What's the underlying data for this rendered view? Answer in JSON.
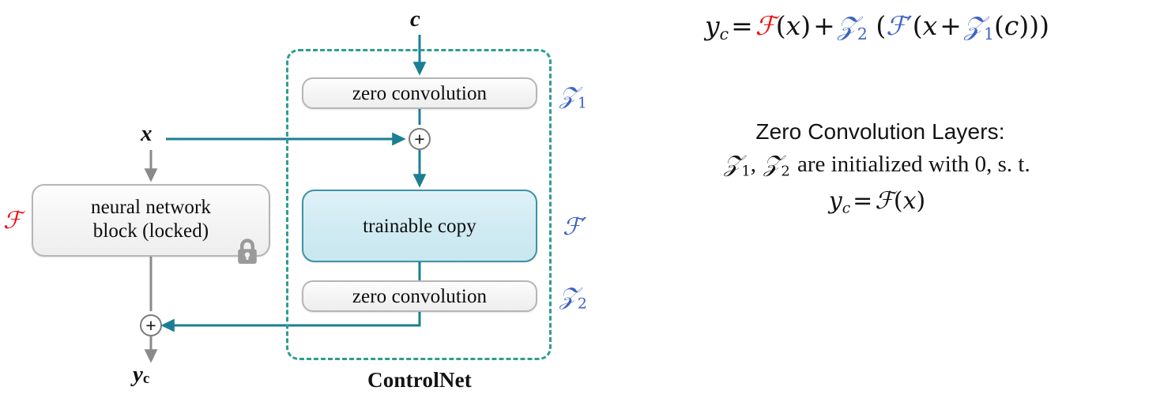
{
  "diagram": {
    "title": "ControlNet",
    "frame_label": "ControlNet",
    "input_condition_label": "c",
    "input_x_label": "x",
    "output_label": "y",
    "output_label_sub": "c",
    "locked_block": {
      "line1": "neural network",
      "line2": "block (locked)",
      "icon": "lock-icon",
      "side_label": "ℱ",
      "side_label_color": "#ee1111",
      "fill": "#f4f4f4",
      "border": "#b6b6b6"
    },
    "trainable_block": {
      "label": "trainable copy",
      "side_label_base": "ℱ",
      "side_label_prime": "′",
      "side_label_color": "#3f63c4",
      "fill": "#cfeaf2",
      "border": "#3e93a8"
    },
    "zero_conv_top": {
      "label": "zero convolution",
      "side_label_base": "𝒵",
      "side_label_sub": "1",
      "side_label_color": "#3f63c4"
    },
    "zero_conv_bottom": {
      "label": "zero convolution",
      "side_label_base": "𝒵",
      "side_label_sub": "2",
      "side_label_color": "#3f63c4"
    },
    "adder_top": "+",
    "adder_bottom": "+",
    "colors": {
      "dashed_frame": "#2e9e8f",
      "teal_wire": "#1b7f93",
      "gray_wire": "#8a8a8a",
      "accent_blue": "#3f63c4",
      "accent_red": "#ee1111"
    }
  },
  "equation": {
    "lhs_var": "y",
    "lhs_sub": "c",
    "equals": "=",
    "f_red": "ℱ",
    "open": "(",
    "x": "x",
    "close": ")",
    "plus": "+",
    "z2": "𝒵",
    "z2_sub": "2",
    "space_open": "(",
    "f_prime": "ℱ",
    "prime": "′",
    "z1": "𝒵",
    "z1_sub": "1",
    "c": "c",
    "close3": ")))",
    "full_text": "y_c = F(x) + Z_2 (F'(x + Z_1(c)))"
  },
  "note": {
    "title": "Zero Convolution Layers:",
    "line2_z1": "𝒵",
    "line2_z1_sub": "1",
    "line2_comma": ",",
    "line2_z2": "𝒵",
    "line2_z2_sub": "2",
    "line2_text": "are initialized with 0, s. t.",
    "line3_y": "y",
    "line3_sub": "c",
    "line3_equals": "=",
    "line3_f": "ℱ",
    "line3_open": "(",
    "line3_x": "x",
    "line3_close": ")",
    "full_text": "Zero Convolution Layers: Z_1, Z_2 are initialized with 0, s. t. y_c = F(x)"
  }
}
